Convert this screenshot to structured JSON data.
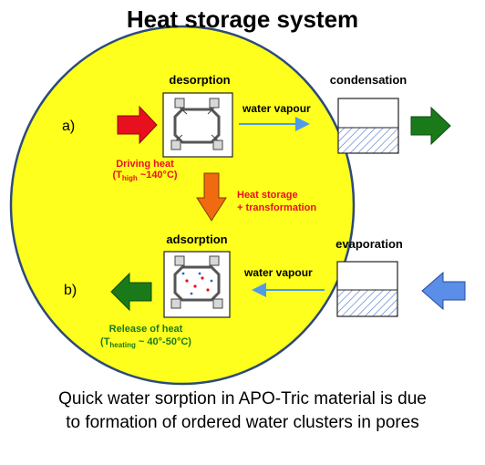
{
  "title": "Heat storage system",
  "desorption": {
    "label": "desorption",
    "row_label": "a)",
    "heat_label": "Driving heat",
    "temp_prefix": "(T",
    "temp_sub": "high",
    "temp_suffix": " ~140°C)"
  },
  "middle": {
    "line1": "Heat storage",
    "line2": "+ transformation"
  },
  "adsorption": {
    "label": "adsorption",
    "row_label": "b)",
    "heat_label": "Release of heat",
    "temp_prefix": "(T",
    "temp_sub": "heating",
    "temp_suffix": " ~ 40°-50°C)"
  },
  "condensation": {
    "label": "condensation",
    "flow_label": "water vapour"
  },
  "evaporation": {
    "label": "evaporation",
    "flow_label": "water vapour"
  },
  "caption": {
    "line1": "Quick water sorption in APO-Tric material is due",
    "line2": "to formation of ordered water clusters in pores"
  },
  "colors": {
    "circle_fill": "#ffff1e",
    "circle_stroke": "#2d4a7a",
    "red_arrow": "#e8101e",
    "orange_arrow": "#f06a10",
    "green_arrow": "#1a7a1a",
    "blue_line": "#4f9be8",
    "blue_arrow": "#5a8ee8"
  }
}
